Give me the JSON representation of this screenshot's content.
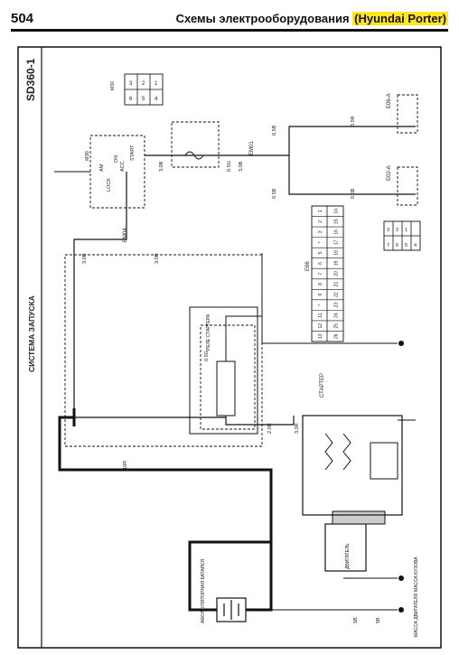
{
  "header": {
    "page_number": "504",
    "title_main": "Схемы электрооборудования ",
    "title_brand": "(Hyundai Porter)"
  },
  "diagram": {
    "code": "SD360-1",
    "system_title": "СИСТЕМА ЗАПУСКА",
    "ignition": {
      "positions": [
        "LOCK",
        "ACC",
        "ON",
        "START"
      ],
      "terminals": [
        "AM",
        "M30"
      ]
    },
    "wire_labels": [
      "3.0R",
      "3.0B",
      "3.0R",
      "3.0B",
      "0.5G",
      "0.5B",
      "0.5B",
      "0.5R",
      "0.5B",
      "2.0R",
      "3.0R",
      "10R",
      "5B",
      "5B",
      "0.5G"
    ],
    "connectors": [
      "EM04",
      "EM01",
      "E66",
      "E02-A",
      "E06-A",
      "M30"
    ],
    "labels": {
      "starter": "СТАРТЕР",
      "battery": "АККУМУЛЯТОРНАЯ БАТАРЕЯ",
      "ground_body": "МАССА КУЗОВА",
      "ground_engine": "МАССА ДВИГАТЕЛЯ",
      "engine": "ДВИГАТЕЛЬ",
      "relay": "РЕЛЕ СТАРТЕРА"
    },
    "connector_grid": {
      "row1": [
        "13",
        "12",
        "11",
        "*",
        "9",
        "8",
        "7",
        "6",
        "5",
        "*",
        "3",
        "2",
        "1"
      ],
      "row2": [
        "26",
        "25",
        "24",
        "23",
        "22",
        "21",
        "20",
        "19",
        "18",
        "17",
        "16",
        "15",
        "14"
      ]
    },
    "small_grid_top": [
      "3",
      "2",
      "1",
      "6",
      "5",
      "4"
    ],
    "small_grid_right": [
      "3",
      "2",
      "1",
      "7",
      "6",
      "5",
      "4"
    ]
  }
}
